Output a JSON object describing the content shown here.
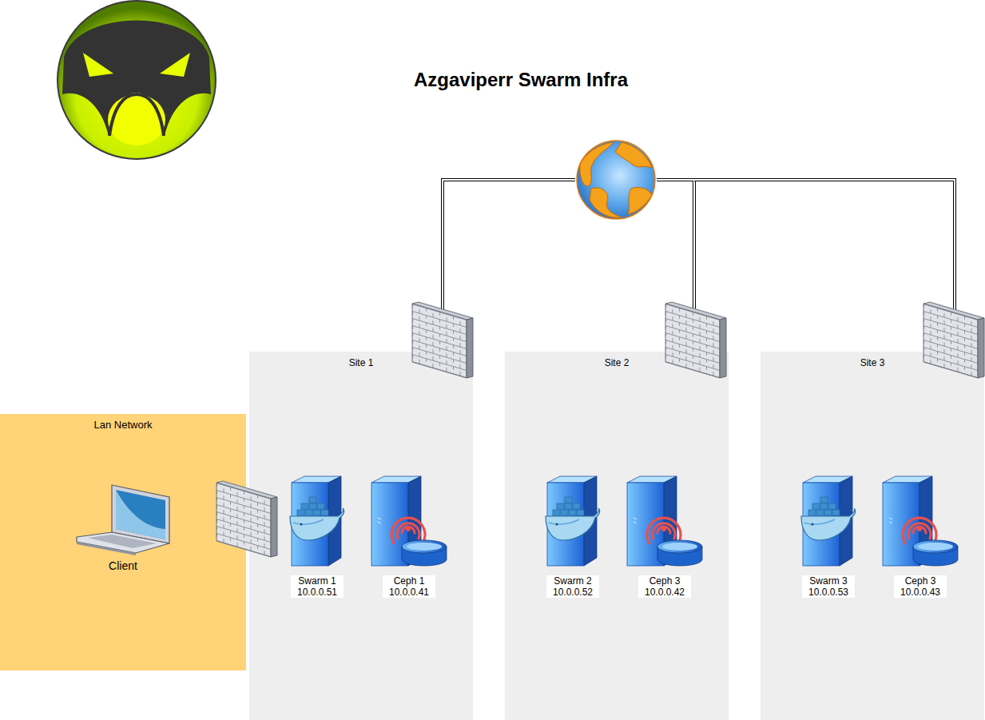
{
  "diagram": {
    "title": "Azgaviperr Swarm Infra",
    "nodes": [
      {
        "text": [
          "Lan Network"
        ]
      },
      {
        "text": [
          "Client"
        ],
        "in": 0
      },
      {
        "text": [
          "Site 1"
        ]
      },
      {
        "text": [
          "Swarm 1 10.0.0.51"
        ],
        "in": 2
      },
      {
        "text": [
          "Ceph 1 10.0.0.41"
        ],
        "in": 2
      },
      {
        "text": [
          "Site 2"
        ]
      },
      {
        "text": [
          "Swarm 2 10.0.0.52"
        ],
        "in": 5
      },
      {
        "text": [
          "Ceph 3 10.0.0.42"
        ],
        "in": 5
      },
      {
        "text": [
          "Site 3"
        ]
      },
      {
        "text": [
          "Swarm 3 10.0.0.53"
        ],
        "in": 8
      },
      {
        "text": [
          "Ceph 3 10.0.0.43"
        ],
        "in": 8
      }
    ]
  }
}
